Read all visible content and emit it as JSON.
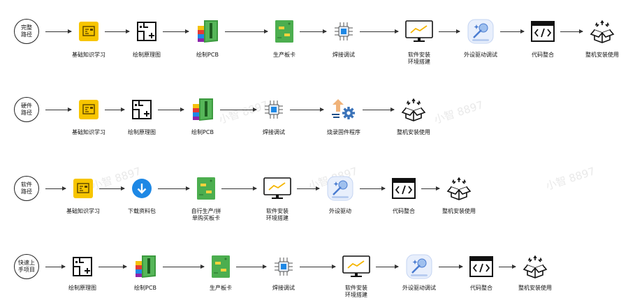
{
  "rows": [
    {
      "title": "完整\n路径",
      "steps": [
        {
          "icon": "study-card-icon",
          "label": "基础知识学习"
        },
        {
          "icon": "schematic-icon",
          "label": "绘制原理图"
        },
        {
          "icon": "pcb-layers-icon",
          "label": "绘制PCB"
        },
        {
          "icon": "pcb-board-icon",
          "label": "生产板卡"
        },
        {
          "icon": "chip-icon",
          "label": "焊接调试"
        },
        {
          "icon": "monitor-icon",
          "label": "软件安装\n环境搭建"
        },
        {
          "icon": "wand-icon",
          "label": "外设驱动调试"
        },
        {
          "icon": "code-window-icon",
          "label": "代码整合"
        },
        {
          "icon": "open-box-icon",
          "label": "整机安装使用"
        }
      ]
    },
    {
      "title": "硬件\n路径",
      "steps": [
        {
          "icon": "study-card-icon",
          "label": "基础知识学习"
        },
        {
          "icon": "schematic-icon",
          "label": "绘制原理图"
        },
        {
          "icon": "pcb-layers-icon",
          "label": "绘制PCB"
        },
        {
          "icon": "chip-icon",
          "label": "焊接调试"
        },
        {
          "icon": "upload-gear-icon",
          "label": "烧录固件程序"
        },
        {
          "icon": "open-box-icon",
          "label": "整机安装使用"
        }
      ]
    },
    {
      "title": "软件\n路径",
      "steps": [
        {
          "icon": "study-card-icon",
          "label": "基础知识学习"
        },
        {
          "icon": "download-icon",
          "label": "下载资料包"
        },
        {
          "icon": "pcb-board-icon",
          "label": "自行生产/拼\n单购买板卡"
        },
        {
          "icon": "monitor-icon",
          "label": "软件安装\n环境搭建"
        },
        {
          "icon": "wand-icon",
          "label": "外设驱动"
        },
        {
          "icon": "code-window-icon",
          "label": "代码整合"
        },
        {
          "icon": "open-box-icon",
          "label": "整机安装使用"
        }
      ]
    },
    {
      "title": "快速上\n手项目",
      "steps": [
        {
          "icon": "schematic-icon",
          "label": "绘制原理图"
        },
        {
          "icon": "pcb-layers-icon",
          "label": "绘制PCB"
        },
        {
          "icon": "pcb-board-icon",
          "label": "生产板卡"
        },
        {
          "icon": "chip-icon",
          "label": "焊接调试"
        },
        {
          "icon": "monitor-icon",
          "label": "软件安装\n环境搭建"
        },
        {
          "icon": "wand-icon",
          "label": "外设驱动调试"
        },
        {
          "icon": "code-window-icon",
          "label": "代码整合"
        },
        {
          "icon": "open-box-icon",
          "label": "整机安装使用"
        }
      ]
    }
  ],
  "watermark": "小智 8897",
  "colors": {
    "yellow": "#f7c500",
    "green": "#4cae4f",
    "blue": "#1e88e5",
    "line": "#333333"
  }
}
